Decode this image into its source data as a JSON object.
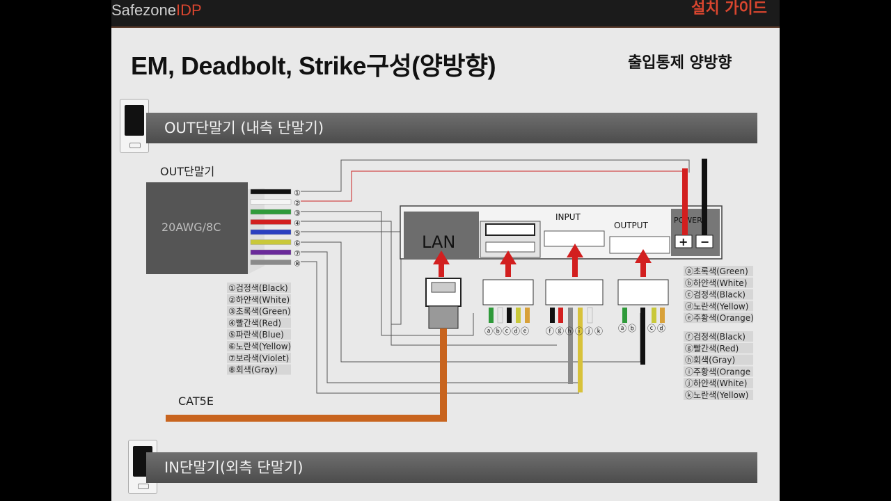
{
  "header": {
    "brand_prefix": "Safezone",
    "brand_suffix": "IDP",
    "guide_label": "설치 가이드"
  },
  "slide": {
    "title": "EM, Deadbolt, Strike구성(양방향)",
    "subtitle": "출입통제 양방향",
    "out_section": "OUT단말기 (내측 단말기)",
    "in_section": "IN단말기(외측 단말기)"
  },
  "cable": {
    "title": "OUT단말기",
    "spec": "20AWG/8C",
    "numbers": [
      "①",
      "②",
      "③",
      "④",
      "⑤",
      "⑥",
      "⑦",
      "⑧"
    ],
    "wire_colors": [
      "#111111",
      "#f5f5f5",
      "#2f9a3a",
      "#d21f1f",
      "#2a3fbf",
      "#c9c83a",
      "#6a2a9a",
      "#8a8a8a"
    ],
    "legend": [
      "①검정색(Black)",
      "②하얀색(White)",
      "③초록색(Green)",
      "④빨간색(Red)",
      "⑤파란색(Blue)",
      "⑥노란색(Yellow)",
      "⑦보라색(Violet)",
      "⑧회색(Gray)"
    ],
    "cat5e_label": "CAT5E"
  },
  "board": {
    "lan_label": "LAN",
    "input_label": "INPUT",
    "output_label": "OUTPUT",
    "power_label": "POWER",
    "plus": "+",
    "minus": "−"
  },
  "pins": [
    "ⓐ",
    "ⓑ",
    "ⓒ",
    "ⓓ",
    "ⓔ",
    "ⓕ",
    "ⓖ",
    "ⓗ",
    "ⓘ",
    "ⓙ",
    "ⓚ"
  ],
  "output_pins": [
    "ⓐ",
    "ⓑ",
    "ⓒ",
    "ⓓ"
  ],
  "legend_right_1": [
    "ⓐ초록색(Green)",
    "ⓑ하얀색(White)",
    "ⓒ검정색(Black)",
    "ⓓ노란색(Yellow)",
    "ⓔ주황색(Orange)"
  ],
  "legend_right_2": [
    "ⓕ검정색(Black)",
    "ⓖ빨간색(Red)",
    "ⓗ회색(Gray)",
    "ⓘ주황색(Orange",
    "ⓙ하얀색(White)",
    "ⓚ노란색(Yellow)"
  ],
  "colors": {
    "accent": "#d9462f",
    "arrow_red": "#d21f1f",
    "cat5e_orange": "#c8641e"
  }
}
